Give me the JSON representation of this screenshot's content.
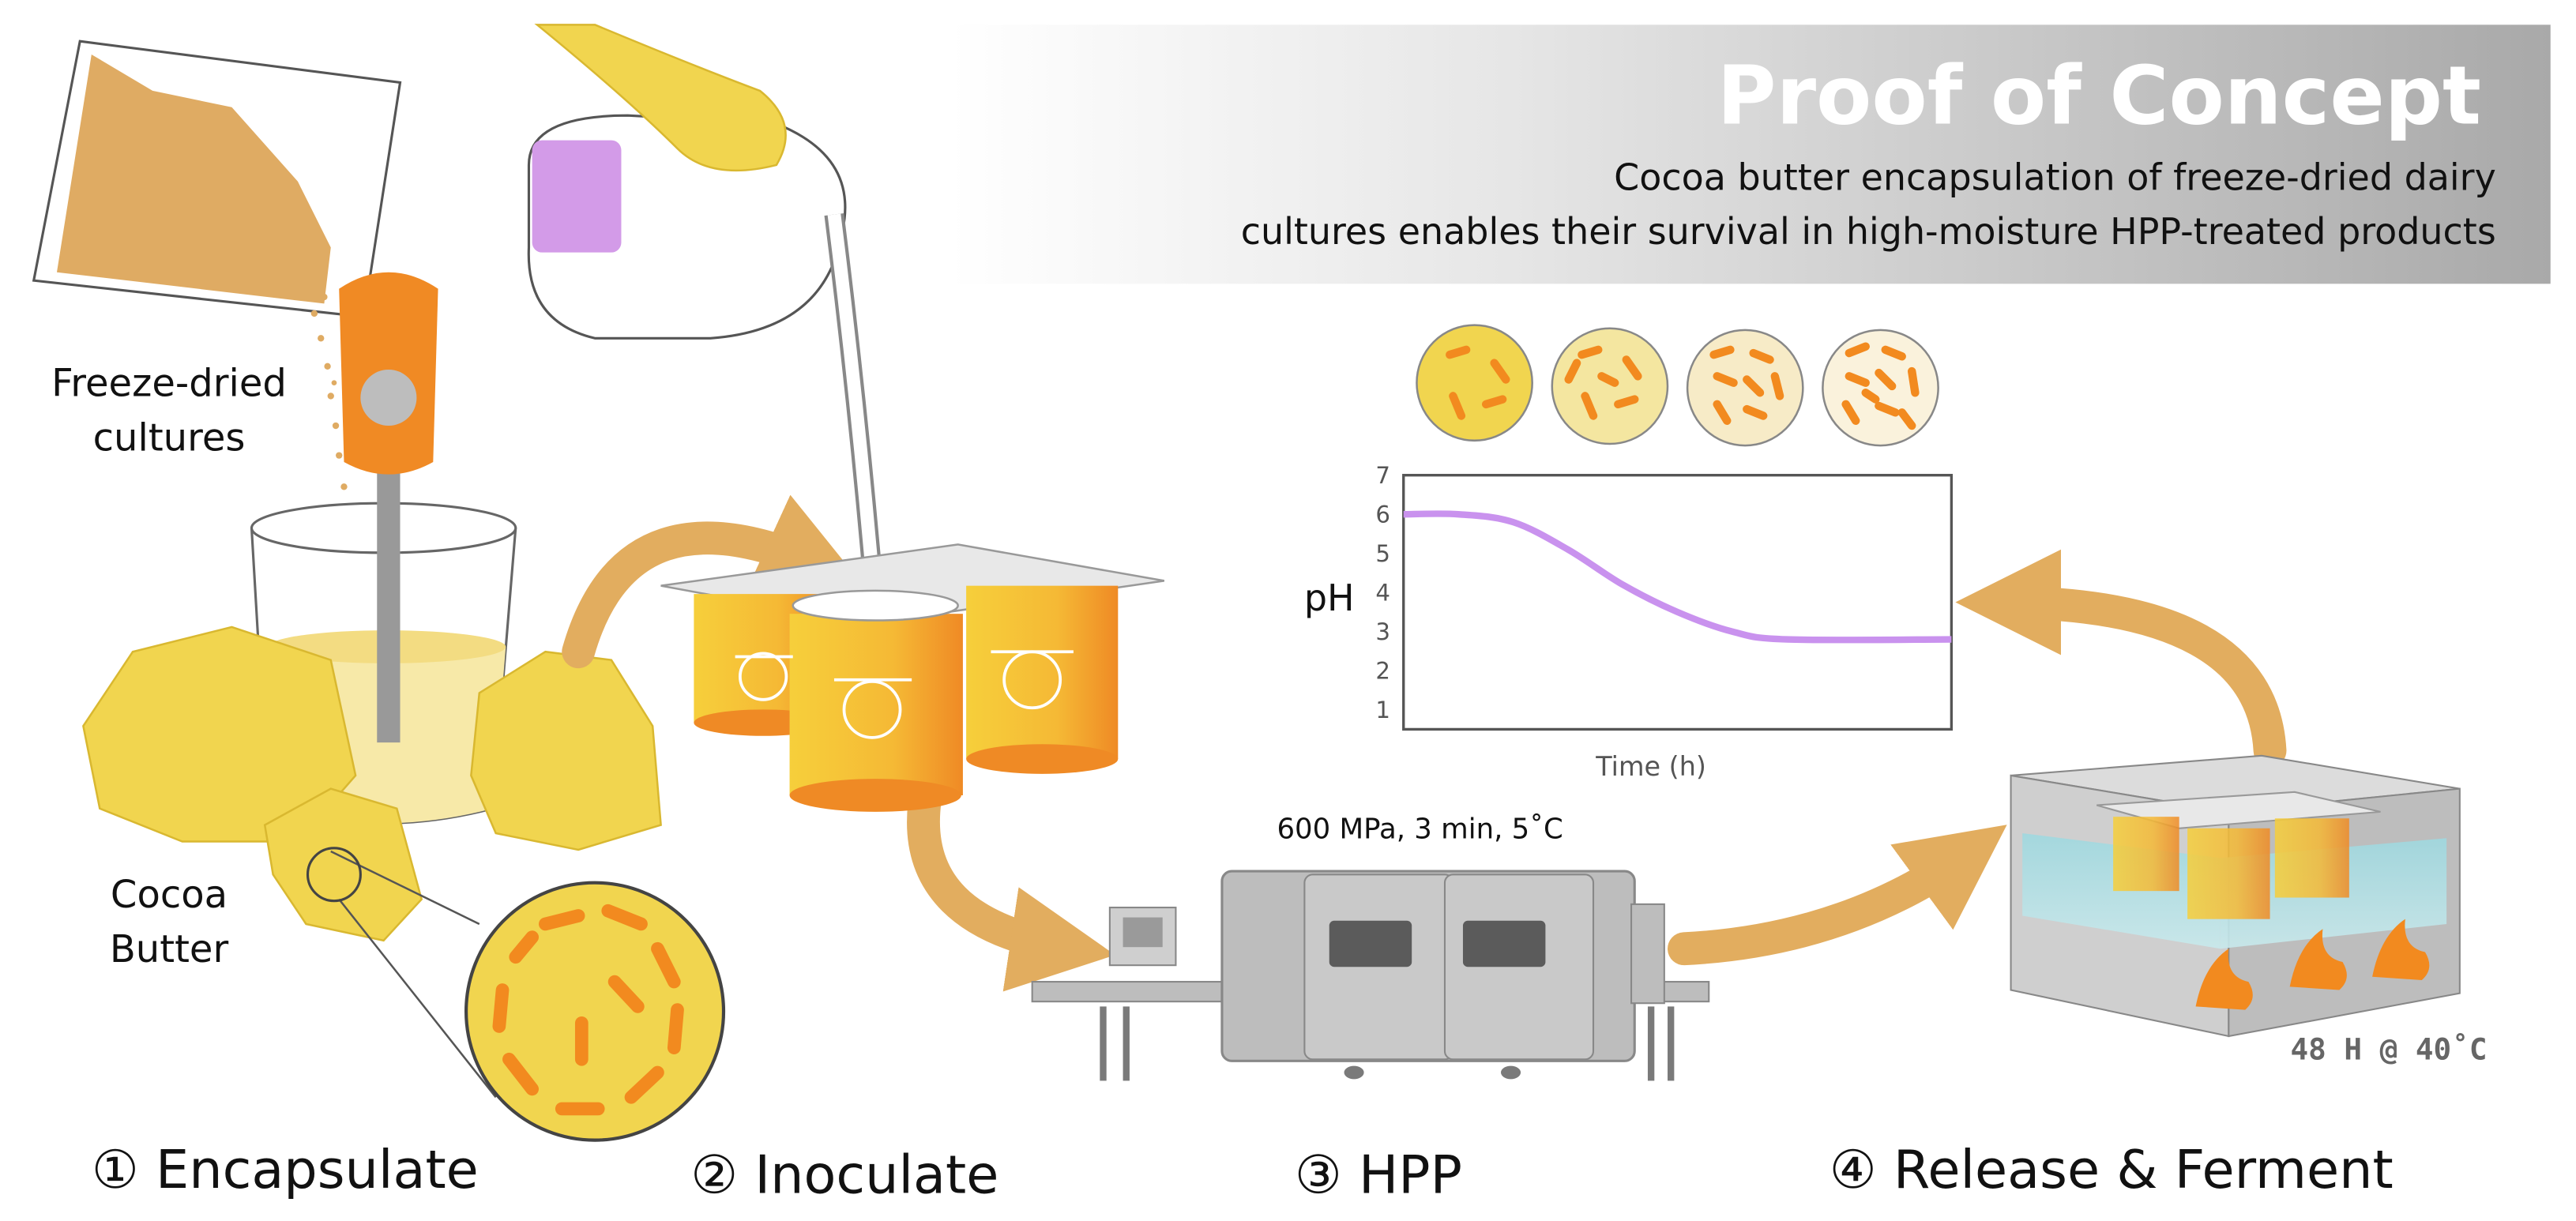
{
  "banner": {
    "title": "Proof of Concept",
    "subtitle_line1": "Cocoa butter encapsulation of freeze-dried dairy",
    "subtitle_line2": "cultures enables their survival in high-moisture HPP-treated products"
  },
  "labels": {
    "freeze_dried_1": "Freeze-dried",
    "freeze_dried_2": "cultures",
    "cocoa_1": "Cocoa",
    "cocoa_2": "Butter",
    "hpp_conditions": "600 MPa, 3 min, 5˚C",
    "ferment_conditions": "48 H @ 40˚C"
  },
  "steps": [
    {
      "label": "① Encapsulate"
    },
    {
      "label": "② Inoculate"
    },
    {
      "label": "③ HPP"
    },
    {
      "label": "④ Release & Ferment"
    }
  ],
  "colors": {
    "arrow": "#e2ad5f",
    "culture": "#f28a1f",
    "cocoa": "#f1d54f",
    "ph_line": "#c992ee",
    "banner_gray": "#bdbdbd"
  },
  "chart_data": {
    "type": "line",
    "xlabel": "Time (h)",
    "ylabel": "pH",
    "ylim": [
      0.5,
      7
    ],
    "yticks": [
      1,
      2,
      3,
      4,
      5,
      6,
      7
    ],
    "series": [
      {
        "values_x": [
          0,
          0.1,
          0.2,
          0.3,
          0.4,
          0.5,
          0.6,
          0.7,
          1.0
        ],
        "values": [
          6.0,
          6.0,
          5.8,
          5.1,
          4.2,
          3.5,
          3.0,
          2.8,
          2.8
        ]
      }
    ]
  }
}
